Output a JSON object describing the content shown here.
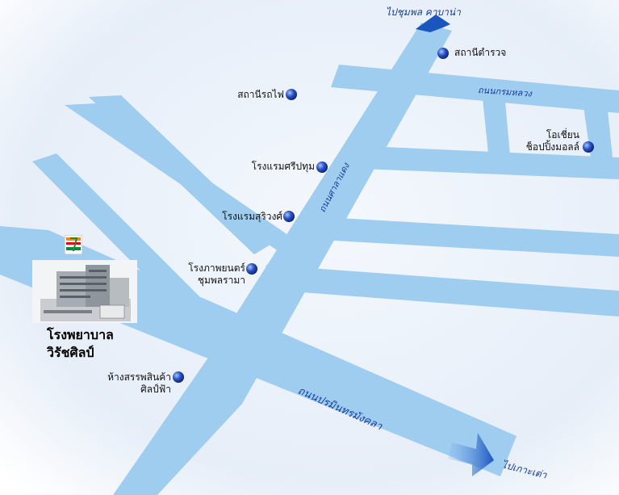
{
  "landmarks": {
    "police_station": "สถานีตำรวจ",
    "train_station": "สถานีรถไฟ",
    "sri_pathum_hotel": "โรงแรมศรีปทุม",
    "surawong_hotel": "โรงแรมสุริวงศ์",
    "chumphon_cinema_line1": "โรงภาพยนตร์",
    "chumphon_cinema_line2": "ชุมพลรามา",
    "ocean_mall_line1": "โอเชี่ยน",
    "ocean_mall_line2": "ช็อปปิ้งมอลล์",
    "silpfa_store_line1": "ห้างสรรพสินค้า",
    "silpfa_store_line2": "ศิลป์ฟ้า"
  },
  "hospital": {
    "name_line1": "โรงพยาบาล",
    "name_line2": "วิรัชศิลป์",
    "logo_icon": "seven-eleven-logo-icon"
  },
  "roads": {
    "krom_luang": "ถนนกรมหลวง",
    "sala_daeng": "ถนนศาลาแดง",
    "paramin_mankha": "ถนนปรมินทรมังคลา"
  },
  "destinations": {
    "to_chumphon_khaben": "ไปชุมพล คาบาน่า",
    "to_koh_tao": "ไปเกาะเต่า"
  },
  "colors": {
    "road": "#9fcdf0",
    "marker": "#1a3fb0",
    "arrow": "#1a55c0",
    "road_label": "#1840a0"
  }
}
